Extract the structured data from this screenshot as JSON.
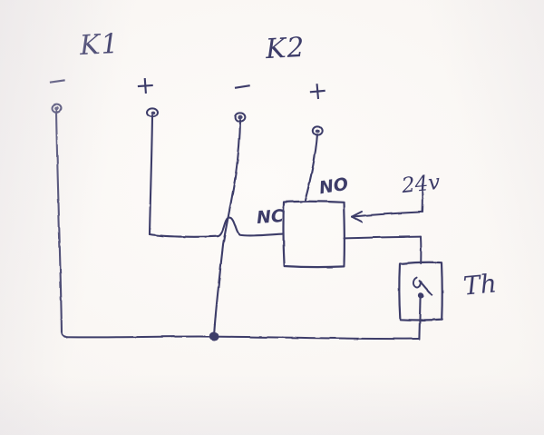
{
  "drawing": {
    "medium": "ballpoint pen on paper",
    "ink_color": "#3d3c69",
    "paper_color": "#faf7f4",
    "subject": "relay and thermostat wiring sketch"
  },
  "labels": {
    "k1": "K1",
    "k1_minus": "−",
    "k1_plus": "+",
    "k2": "K2",
    "k2_minus": "−",
    "k2_plus": "+",
    "nc": "NC",
    "no": "NO",
    "supply": "24v",
    "thermostat": "Th"
  },
  "components": [
    {
      "name": "K1",
      "terminals": [
        "−",
        "+"
      ]
    },
    {
      "name": "K2",
      "terminals": [
        "−",
        "+"
      ]
    },
    {
      "name": "relay",
      "contacts": [
        "NC",
        "NO"
      ]
    },
    {
      "name": "Th",
      "type": "thermostat switch"
    }
  ],
  "annotations": [
    {
      "text": "24v",
      "points_to": "relay right side input"
    },
    {
      "text": "NC",
      "points_to": "relay left side wire"
    },
    {
      "text": "NO",
      "points_to": "relay top wire to K2 +"
    }
  ]
}
